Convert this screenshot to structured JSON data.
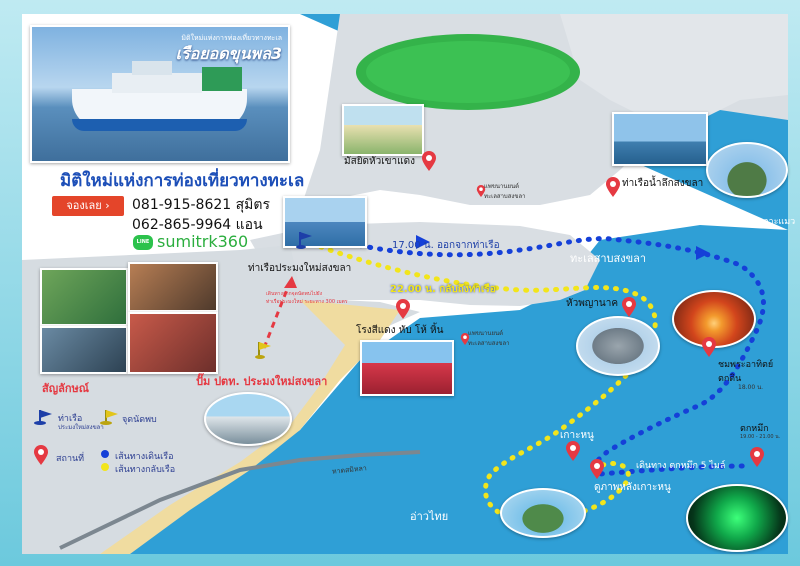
{
  "brand": {
    "tagline_top": "มิติใหม่แห่งการท่องเที่ยวทางทะเล",
    "boat_name": "เรือยอดขุนพล3",
    "headline": "มิติใหม่แห่งการท่องเที่ยวทางทะเล",
    "book_button": "จองเลย",
    "phone_1": "081-915-8621 สุมิตร",
    "phone_2": "062-865-9964 แอน",
    "line_badge": "LINE",
    "line_id": "sumitrk360"
  },
  "places": {
    "mosque": "มัสยิดหัวเขาแดง",
    "ferry_top": "แพขนานยนต์\nทะเลสาบสงขลา",
    "ferry_mid": "แพขนานยนต์\nทะเลสาบสงขลา",
    "port_lek": "ท่าเรือน้ำลึกสงขลา",
    "ko_maeo": "เกาะแมว",
    "pier_new": "ท่าเรือประมงใหม่สงขลา",
    "lake": "ทะเลสาบสงขลา",
    "depart": "17.00 น. ออกจากท่าเรือ",
    "return": "22.00 น. กลับถึงท่าเรือ",
    "hua_naga": "หัวพญานาค",
    "sunset": "ชมพระอาทิตย์\nตกดิน",
    "sunset_time": "18.00 น.",
    "hotel": "โรงสีแดง หับ โห้ หิ้น",
    "gas": "ปั๊ม ปตท. ประมงใหม่สงขลา",
    "walk_note": "เดินทางจากจุดนัดพบไปยัง\nท่าเรือประมงใหม่ ระยะทาง 300 เมตร",
    "ko_nu": "เกาะหนู",
    "ko_nu_view": "ดูภาพหลังเกาะหนู",
    "squid": "ตกหมึก",
    "squid_time": "19.00 - 21.00 น.",
    "squid_trip": "เดินทาง ตกหมึก 5 ไมล์",
    "beach": "หาดสมิหลา",
    "gulf": "อ่าวไทย"
  },
  "legend": {
    "title": "สัญลักษณ์",
    "pier": "ท่าเรือ",
    "pier_sub": "ประมงใหม่สงขลา",
    "meet": "จุดนัดพบ",
    "place": "สถานที่",
    "route_out": "เส้นทางเดินเรือ",
    "route_back": "เส้นทางกลับเรือ"
  },
  "colors": {
    "sea": "#2f9fd6",
    "land": "#d7dde2",
    "route_out": "#1540d8",
    "route_back": "#f2e51b",
    "pin": "#e53942",
    "headline": "#1d4fb8",
    "book": "#e4452a"
  }
}
